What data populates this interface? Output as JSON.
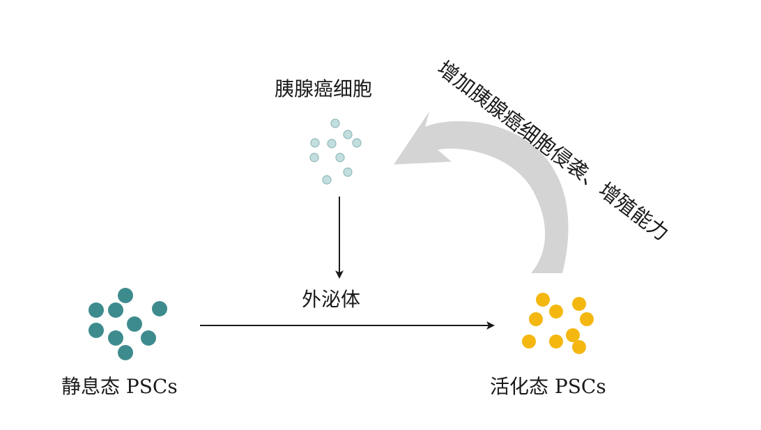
{
  "labels": {
    "cancer_cells": "胰腺癌细胞",
    "exosome": "外泌体",
    "quiescent_pscs": "静息态 PSCs",
    "activated_pscs": "活化态 PSCs",
    "effect": "增加胰腺癌细胞侵袭、增殖能力"
  },
  "colors": {
    "cancer_cell_fill": "#c3dede",
    "cancer_cell_stroke": "#8fb8b8",
    "quiescent_cell": "#3e8b8e",
    "activated_cell": "#f3b70f",
    "curved_arrow": "#d4d4d4",
    "line_arrow": "#1a1a1a"
  }
}
